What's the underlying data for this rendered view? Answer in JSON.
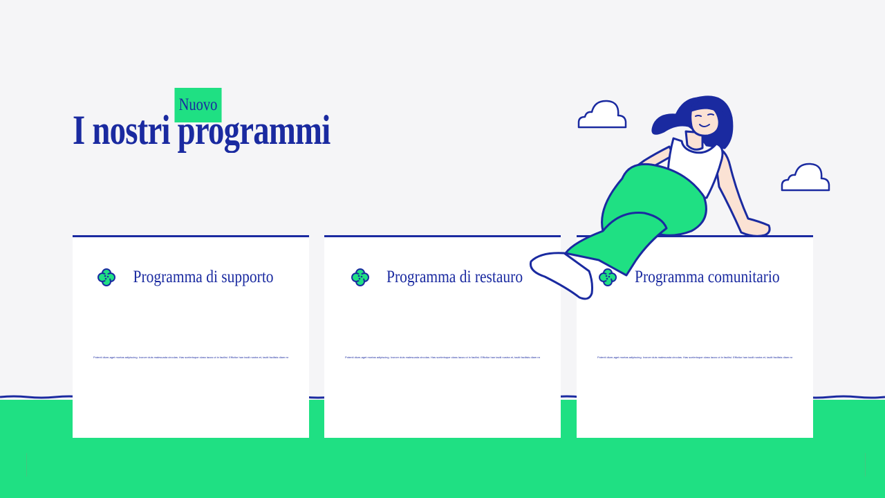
{
  "header": {
    "badge": "Nuovo",
    "title": "I nostri programmi"
  },
  "cards": [
    {
      "title": "Programma di supporto",
      "body": "Potenti dium-aget mortas adipiscing. Ivorcer duis malesuada circolas. Has scelerisque class lacus ut in facilisi. Efficitur han tacili nostra et, taciti facilisis diam nec."
    },
    {
      "title": "Programma di restauro",
      "body": "Potenti dium-aget mortas adipiscing. Ivorcer duis malesuada circolas. Has scelerisque class lacus ut in facilisi. Efficitur han tacili nostra et, taciti facilisis diam nec."
    },
    {
      "title": "Programma comunitario",
      "body": "Potenti dium-aget mortas adipiscing. Ivorcer duis malesuada circolas. Has scelerisque class lacus ut in facilisi. Efficitur han tacili nostra et, taciti facilisis diam nec."
    }
  ],
  "icons": {
    "card_icon": "flower-icon",
    "illustration": "woman-sitting-illustration",
    "clouds": "cloud-icon"
  },
  "colors": {
    "background": "#f5f5f7",
    "accent_green": "#1fe083",
    "text_blue": "#1a2aa0",
    "card_bg": "#ffffff"
  }
}
